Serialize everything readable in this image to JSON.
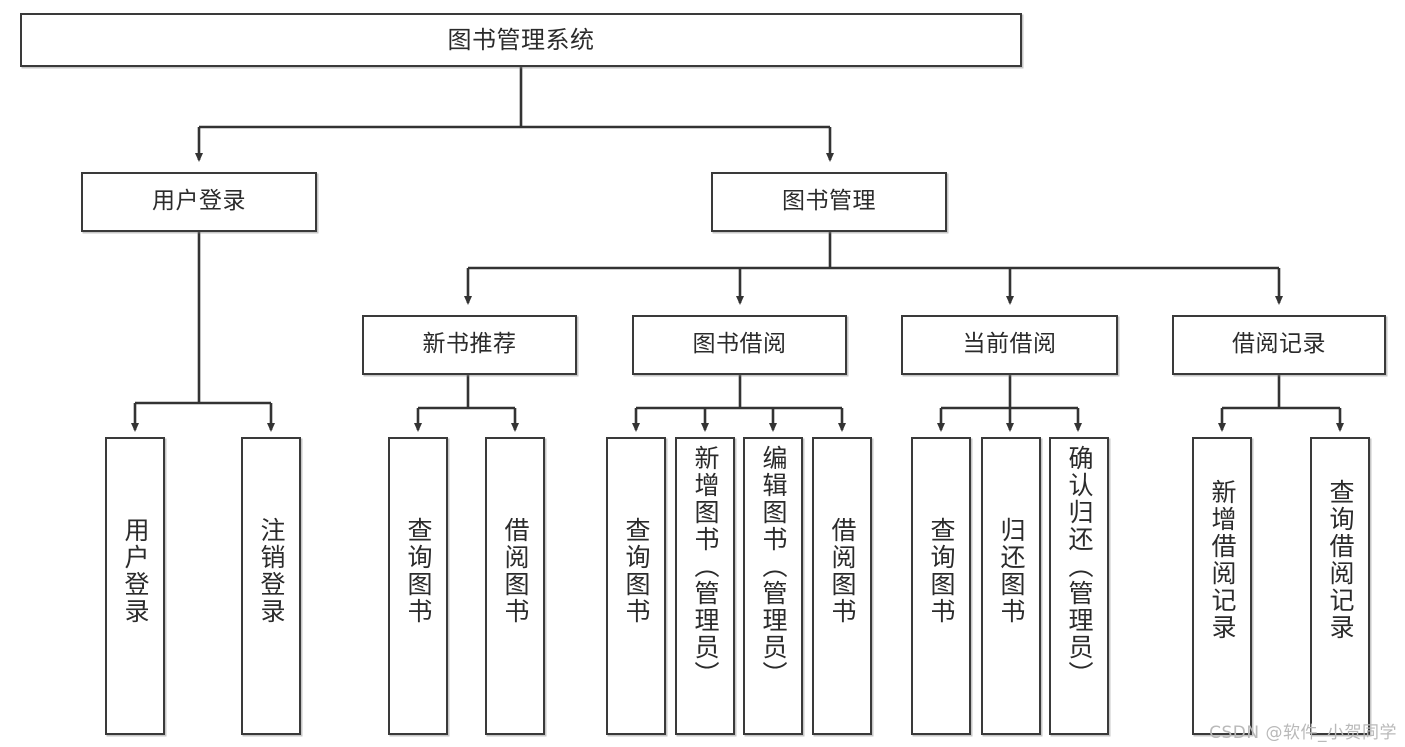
{
  "diagram": {
    "title": "图书管理系统",
    "type": "tree",
    "watermark": "CSDN @软件_小贺同学",
    "colors": {
      "border": "#3a3a3a",
      "text": "#2b2b2b",
      "background": "#ffffff",
      "watermark": "#b9b9b9"
    },
    "levels": {
      "root": {
        "label": "图书管理系统"
      },
      "level2": [
        {
          "id": "user-login",
          "label": "用户登录"
        },
        {
          "id": "book-management",
          "label": "图书管理"
        }
      ],
      "level3": [
        {
          "id": "new-book-recommend",
          "label": "新书推荐"
        },
        {
          "id": "book-borrow",
          "label": "图书借阅"
        },
        {
          "id": "current-borrow",
          "label": "当前借阅"
        },
        {
          "id": "borrow-record",
          "label": "借阅记录"
        }
      ],
      "leaves": {
        "user_login": [
          {
            "id": "leaf-user-login",
            "label": "用户登录"
          },
          {
            "id": "leaf-logout-login",
            "label": "注销登录"
          }
        ],
        "new_book_recommend": [
          {
            "id": "leaf-query-book-1",
            "label": "查询图书"
          },
          {
            "id": "leaf-borrow-book-1",
            "label": "借阅图书"
          }
        ],
        "book_borrow": [
          {
            "id": "leaf-query-book-2",
            "label": "查询图书"
          },
          {
            "id": "leaf-add-book",
            "label": "新增图书（管理员）"
          },
          {
            "id": "leaf-edit-book",
            "label": "编辑图书（管理员）"
          },
          {
            "id": "leaf-borrow-book-2",
            "label": "借阅图书"
          }
        ],
        "current_borrow": [
          {
            "id": "leaf-query-book-3",
            "label": "查询图书"
          },
          {
            "id": "leaf-return-book",
            "label": "归还图书"
          },
          {
            "id": "leaf-confirm-return",
            "label": "确认归还（管理员）"
          }
        ],
        "borrow_record": [
          {
            "id": "leaf-add-borrow-record",
            "label": "新增借阅记录"
          },
          {
            "id": "leaf-query-borrow-record",
            "label": "查询借阅记录"
          }
        ]
      }
    }
  }
}
